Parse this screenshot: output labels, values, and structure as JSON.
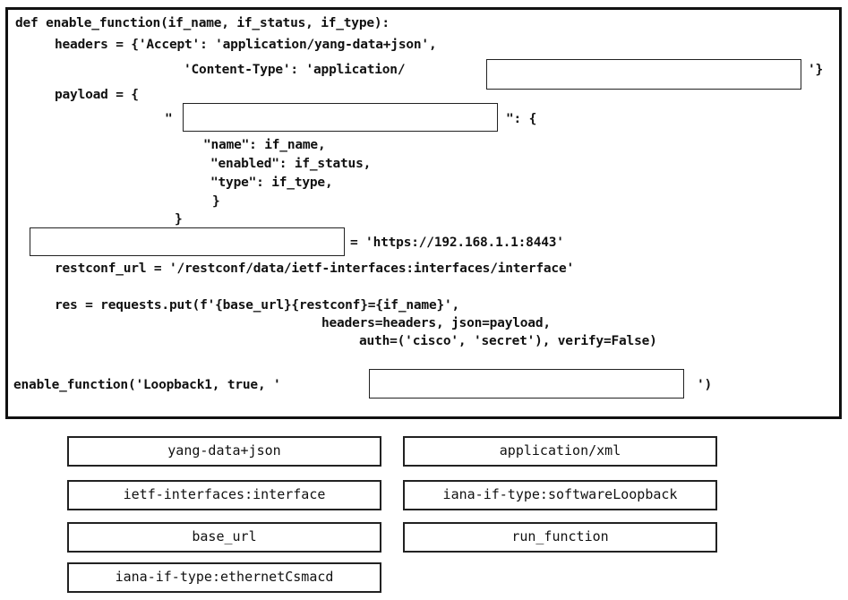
{
  "code": {
    "line1": "def enable_function(if_name, if_status, if_type):",
    "line2": "headers = {'Accept': 'application/yang-data+json',",
    "line3a": "'Content-Type': 'application/",
    "line3b": "'}",
    "line4": "payload = {",
    "line5a": "\"",
    "line5b": "\": {",
    "line6": "\"name\": if_name,",
    "line7": "\"enabled\": if_status,",
    "line8": "\"type\": if_type,",
    "line9": "}",
    "line10": "}",
    "line11b": "= 'https://192.168.1.1:8443'",
    "line12": "restconf_url = '/restconf/data/ietf-interfaces:interfaces/interface'",
    "line13": "res = requests.put(f'{base_url}{restconf}={if_name}',",
    "line14": "headers=headers, json=payload,",
    "line15": "auth=('cisco', 'secret'), verify=False)",
    "line16a": "enable_function('Loopback1, true, '",
    "line16b": "')"
  },
  "choices": [
    "yang-data+json",
    "application/xml",
    "ietf-interfaces:interface",
    "iana-if-type:softwareLoopback",
    "base_url",
    "run_function",
    "iana-if-type:ethernetCsmacd"
  ]
}
